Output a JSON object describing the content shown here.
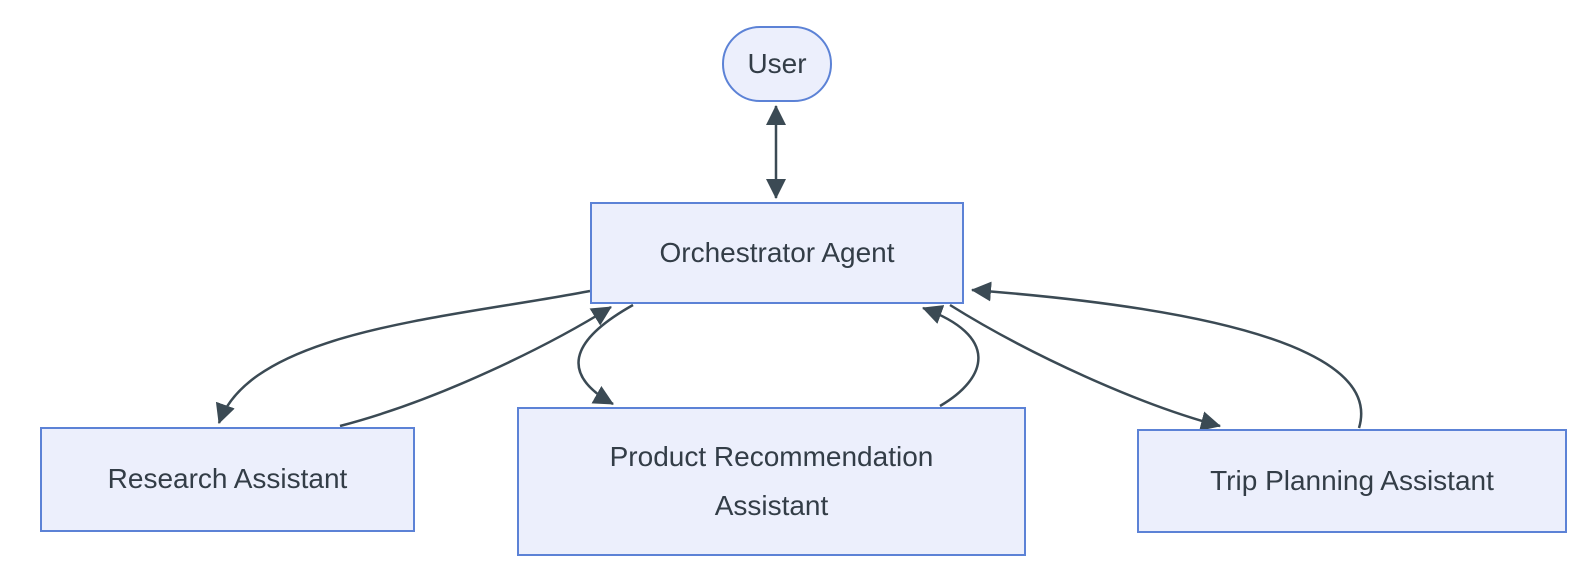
{
  "colors": {
    "node_fill": "#ECEFFC",
    "node_border": "#5C82D6",
    "label_color": "#333D47",
    "edge_color": "#3B4A54",
    "background": "#FFFFFF"
  },
  "nodes": {
    "user": {
      "label": "User",
      "shape": "stadium"
    },
    "orchestrator": {
      "label": "Orchestrator Agent",
      "shape": "rect"
    },
    "research": {
      "label": "Research Assistant",
      "shape": "rect"
    },
    "product": {
      "label": "Product Recommendation Assistant",
      "shape": "rect"
    },
    "trip": {
      "label": "Trip Planning Assistant",
      "shape": "rect"
    }
  },
  "edges": [
    {
      "from": "User",
      "to": "Orchestrator Agent",
      "direction": "bidirectional"
    },
    {
      "from": "Orchestrator Agent",
      "to": "Research Assistant",
      "direction": "forward"
    },
    {
      "from": "Research Assistant",
      "to": "Orchestrator Agent",
      "direction": "forward"
    },
    {
      "from": "Orchestrator Agent",
      "to": "Product Recommendation Assistant",
      "direction": "forward"
    },
    {
      "from": "Product Recommendation Assistant",
      "to": "Orchestrator Agent",
      "direction": "forward"
    },
    {
      "from": "Orchestrator Agent",
      "to": "Trip Planning Assistant",
      "direction": "forward"
    },
    {
      "from": "Trip Planning Assistant",
      "to": "Orchestrator Agent",
      "direction": "forward"
    }
  ]
}
